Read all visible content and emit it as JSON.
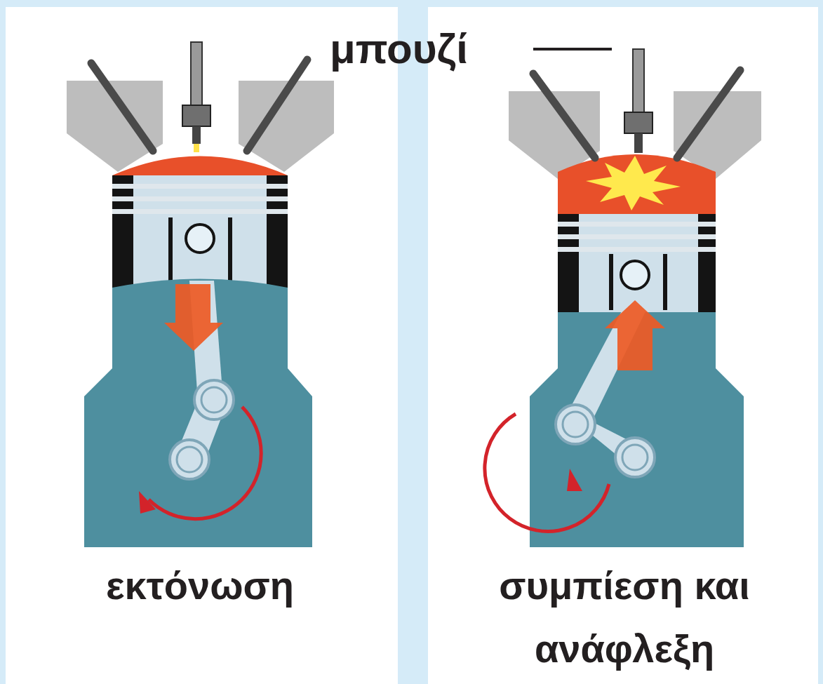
{
  "diagram": {
    "labels": [
      "μπουζί",
      "εκτόνωση",
      "συμπίεση και ανάφλεξη"
    ]
  }
}
